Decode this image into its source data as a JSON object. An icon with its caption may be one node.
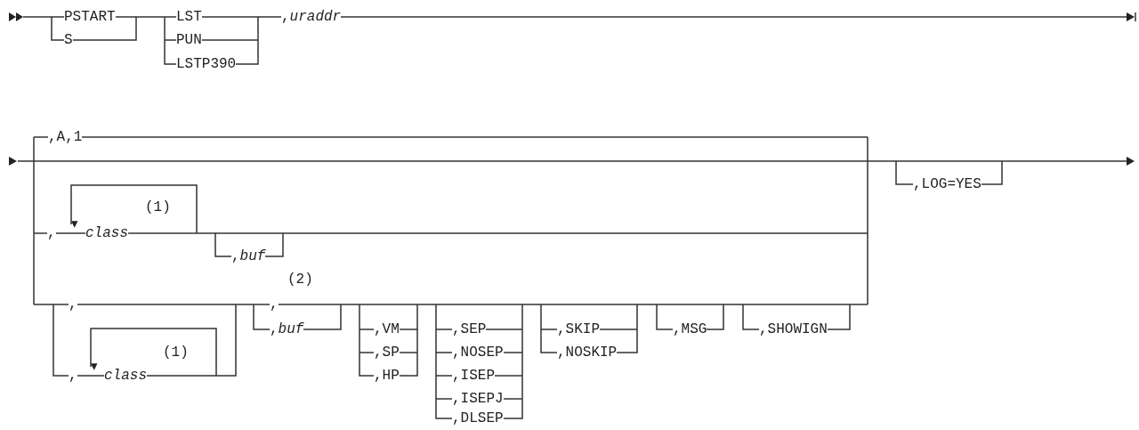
{
  "diagram": {
    "labels": [
      "PSTART",
      "S",
      "LST",
      "PUN",
      "LSTP390",
      ",*uraddr*",
      ",A,1",
      ",",
      "class",
      "(1)",
      ",*buf*",
      "(2)",
      ",",
      ",",
      "class",
      "(1)",
      ",",
      ",*buf*",
      ",VM",
      ",SP",
      ",HP",
      ",SEP",
      ",NOSEP",
      ",ISEP",
      ",ISEPJ",
      ",DLSEP",
      ",SKIP",
      ",NOSKIP",
      ",MSG",
      ",SHOWIGN",
      ",LOG=YES"
    ]
  }
}
